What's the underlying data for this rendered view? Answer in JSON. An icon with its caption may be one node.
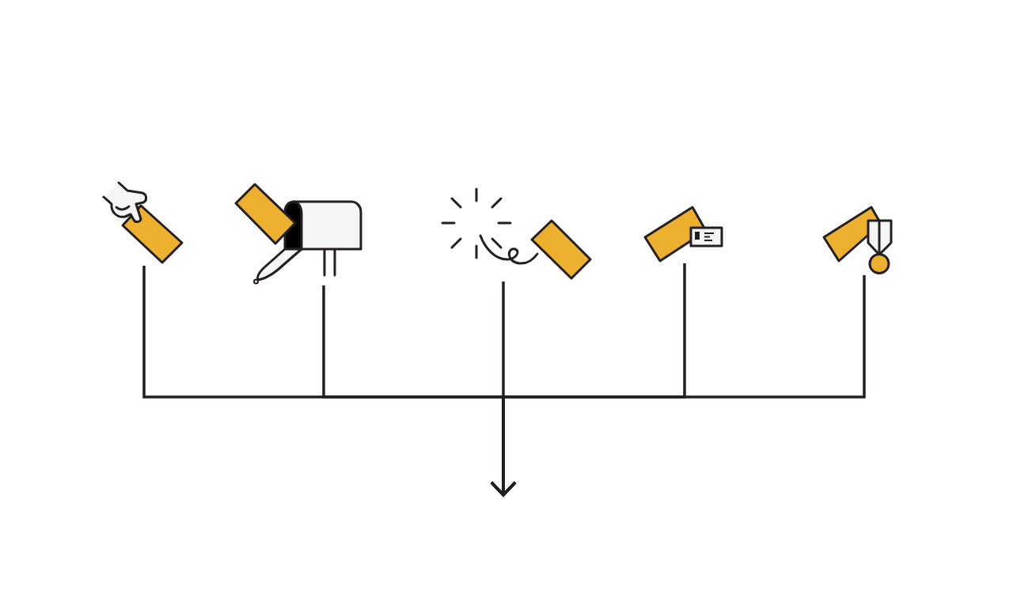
{
  "diagram": {
    "nodes": [
      {
        "text": [],
        "shape": "picture"
      },
      {
        "text": [],
        "shape": "picture"
      },
      {
        "text": [],
        "shape": "picture"
      },
      {
        "text": [],
        "shape": "picture"
      },
      {
        "text": [],
        "shape": "picture"
      }
    ],
    "edges": [
      {
        "from": 0,
        "to": null,
        "arrow": "to"
      },
      {
        "from": 1,
        "to": null,
        "arrow": "to"
      },
      {
        "from": 2,
        "to": null,
        "arrow": "to"
      },
      {
        "from": 3,
        "to": null,
        "arrow": "to"
      },
      {
        "from": 4,
        "to": null,
        "arrow": "to"
      }
    ]
  }
}
